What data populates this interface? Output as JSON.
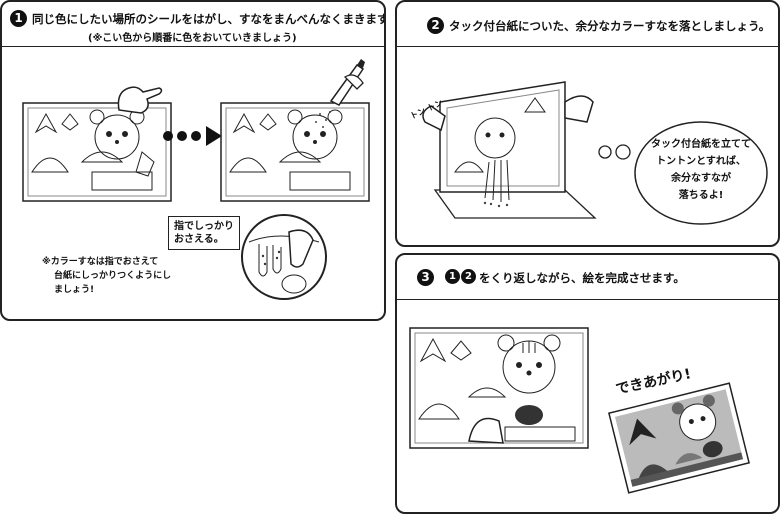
{
  "step1": {
    "number": "1",
    "title": "同じ色にしたい場所のシールをはがし、すなをまんべんなくまきます。",
    "subtitle": "(※こい色から順番に色をおいていきましょう)",
    "callout": [
      "指でしっかり",
      "おさえる。"
    ],
    "note": [
      "※カラーすなは指でおさえて",
      "台紙にしっかりつくようにし",
      "ましょう!"
    ]
  },
  "step2": {
    "number": "2",
    "title": "タック付台紙についた、余分なカラーすなを落としましょう。",
    "sound": "トン トン",
    "bubble": [
      "タック付台紙を立てて",
      "トントンとすれば、",
      "余分なすなが",
      "落ちるよ!"
    ]
  },
  "step3": {
    "number": "3",
    "ref_numbers": [
      "1",
      "2"
    ],
    "title": "をくり返しながら、絵を完成させます。",
    "done_label": "できあがり!"
  }
}
